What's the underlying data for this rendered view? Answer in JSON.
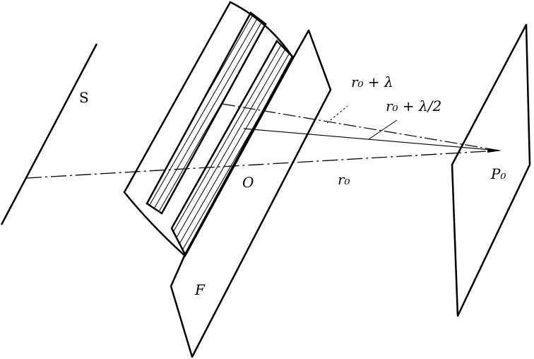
{
  "colors": {
    "ink": "#000000",
    "paper": "#ffffff"
  },
  "labels": {
    "source": "S",
    "origin": "O",
    "screen_f": "F",
    "point": "P₀",
    "r0": "r₀",
    "r0_lambda": "r₀ + λ",
    "r0_half_lambda": "r₀ + λ/2"
  }
}
